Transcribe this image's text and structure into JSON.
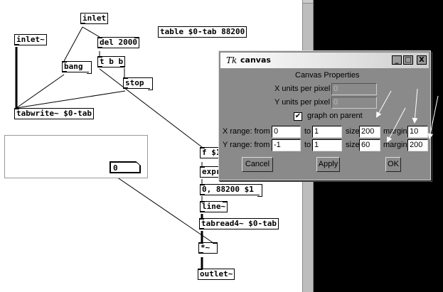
{
  "patch": {
    "objects": {
      "inlet_ctl": "inlet",
      "inlet_sig": "inlet~",
      "del": "del 2000",
      "tbb": "t b b",
      "bang": "bang",
      "stop": "stop",
      "tabwrite": "tabwrite~ $0-tab",
      "table": "table $0-tab 88200",
      "f": "f $1",
      "expr": "expr",
      "msg_line": "0, 88200 $1",
      "line": "line~",
      "tabread": "tabread4~ $0-tab",
      "mult": "*~",
      "outlet": "outlet~"
    },
    "number_box": "0"
  },
  "dialog": {
    "app_icon": "Tk",
    "title": "canvas",
    "heading": "Canvas Properties",
    "x_units_label": "X units per pixel",
    "x_units_value": "0",
    "y_units_label": "Y units per pixel",
    "y_units_value": "0",
    "graph_on_parent_label": "graph on parent",
    "graph_on_parent_checked": true,
    "x_range": {
      "label": "X range: from",
      "from": "0",
      "to_label": "to",
      "to": "1",
      "size_label": "size",
      "size": "200",
      "margin_label": "margin",
      "margin": "10"
    },
    "y_range": {
      "label": "Y range: from",
      "from": "-1",
      "to_label": "to",
      "to": "1",
      "size_label": "size",
      "size": "60",
      "margin_label": "margin",
      "margin": "200"
    },
    "buttons": {
      "cancel": "Cancel",
      "apply": "Apply",
      "ok": "OK"
    },
    "window_buttons": {
      "minimize": "_",
      "maximize": "□",
      "close": "X"
    }
  }
}
